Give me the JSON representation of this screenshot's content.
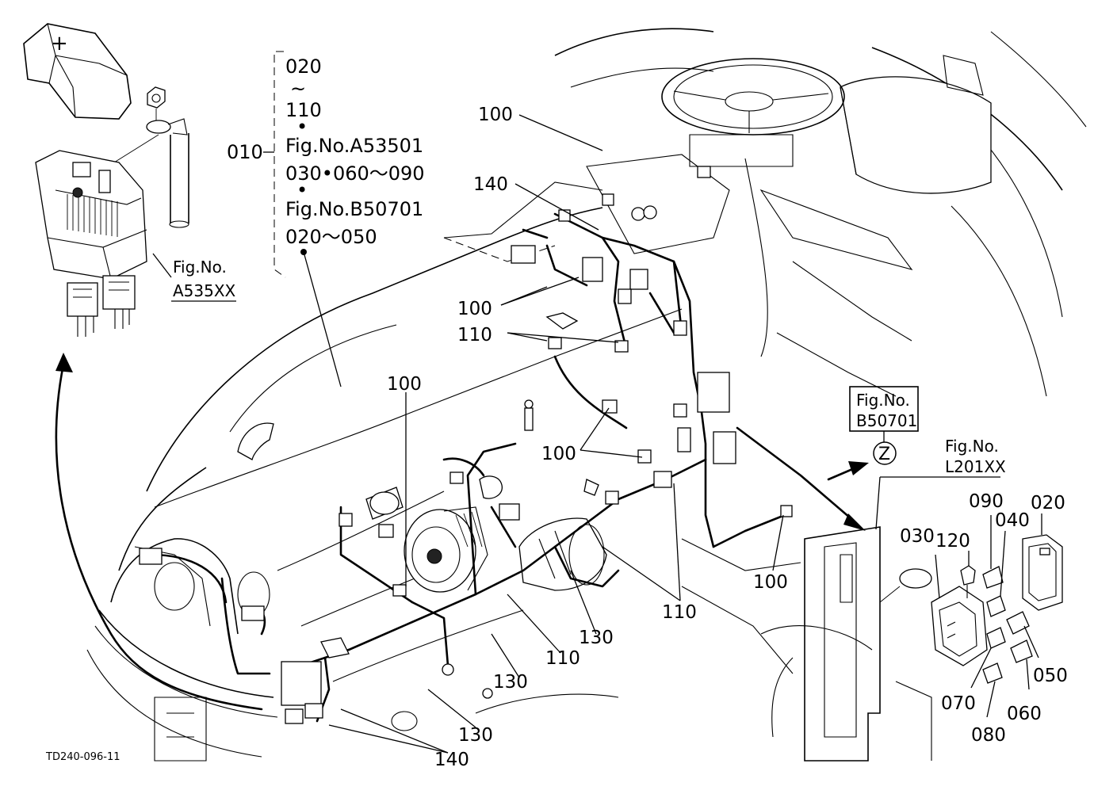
{
  "drawing_code": "TD240-096-11",
  "callouts": {
    "c100_top": "100",
    "c140_top": "140",
    "c100_mid": "100",
    "c110_mid": "110",
    "c100_left": "100",
    "c100_center": "100",
    "c100_right": "100",
    "c110_bottom_right": "110",
    "c130_a": "130",
    "c110_bottom": "110",
    "c130_b": "130",
    "c130_c": "130",
    "c140_bottom": "140"
  },
  "bracket": {
    "main_label": "010",
    "line1": "020",
    "line2": "~",
    "line3": "110",
    "line4": "•",
    "line5": "Fig.No.A53501",
    "line6": "030•060～090",
    "line7": "•",
    "line8": "Fig.No.B50701",
    "line9": "020～050"
  },
  "fig_refs": {
    "fuse_box_ref_line1": "Fig.No.",
    "fuse_box_ref_line2": "A535XX",
    "z_ref_line1": "Fig.No.",
    "z_ref_line2": "B50701",
    "z_marker": "Z",
    "relay_ref_line1": "Fig.No.",
    "relay_ref_line2": "L201XX"
  },
  "relay_parts": {
    "p020": "020",
    "p030": "030",
    "p040": "040",
    "p050": "050",
    "p060": "060",
    "p070": "070",
    "p080": "080",
    "p090": "090",
    "p120": "120"
  }
}
